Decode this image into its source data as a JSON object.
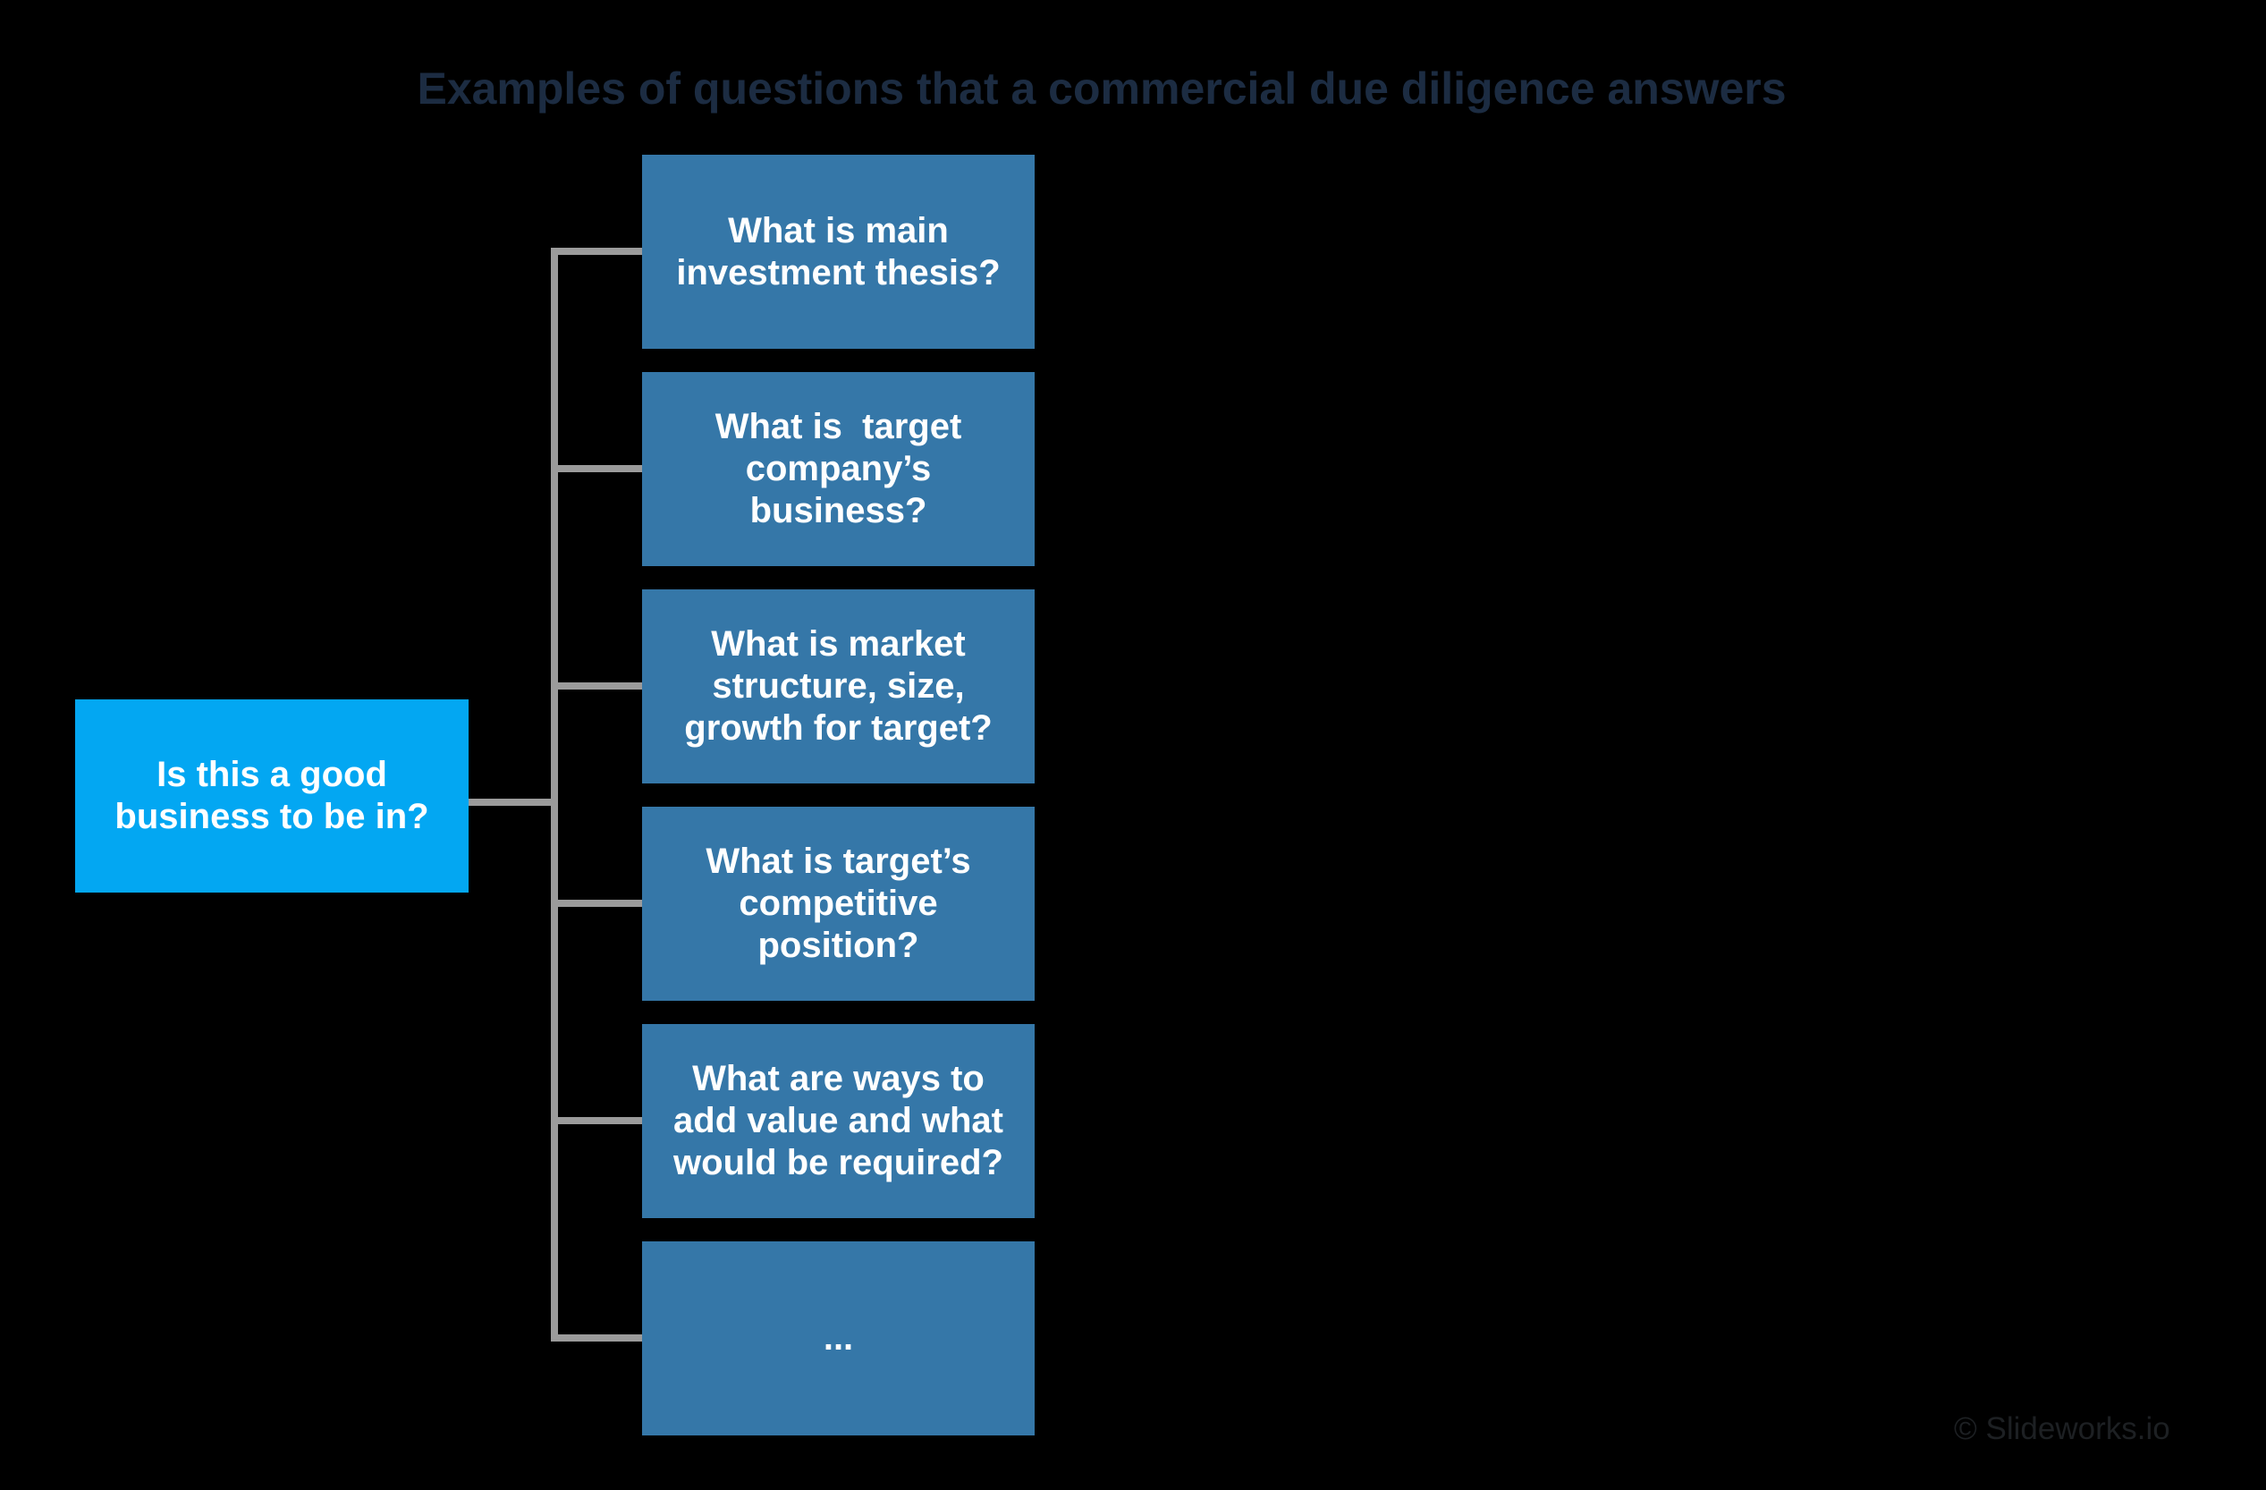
{
  "title": "Examples of questions that a commercial due diligence answers",
  "root_question": {
    "label": "Is this a good\nbusiness to be in?"
  },
  "questions": [
    {
      "label": "What is main\ninvestment thesis?"
    },
    {
      "label": "What is  target\ncompany’s\nbusiness?"
    },
    {
      "label": "What is market\nstructure, size,\ngrowth for target?"
    },
    {
      "label": "What is target’s\ncompetitive\nposition?"
    },
    {
      "label": "What are ways to\nadd value and what\nwould be required?"
    },
    {
      "label": "..."
    }
  ],
  "watermark": "© Slideworks.io",
  "colors": {
    "root_box": "#03A7F2",
    "question_box": "#3577A8",
    "connector": "#9B9B9B",
    "title_text": "#1C2C42",
    "box_text": "#FFFFFF",
    "watermark_text": "#1D2023",
    "background": "#000000"
  }
}
